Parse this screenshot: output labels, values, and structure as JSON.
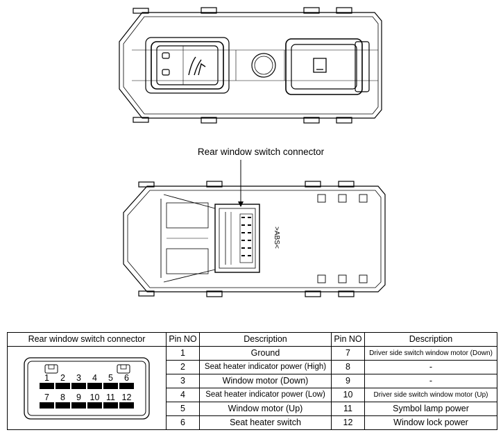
{
  "callout_label": "Rear window switch connector",
  "housing_marking": ">ABS<",
  "table": {
    "headers": {
      "connector": "Rear window switch connector",
      "pin_no_left": "Pin NO",
      "description_left": "Description",
      "pin_no_right": "Pin NO",
      "description_right": "Description"
    },
    "rows": [
      {
        "pin_a": "1",
        "desc_a": "Ground",
        "pin_b": "7",
        "desc_b": "Driver side switch window motor (Down)"
      },
      {
        "pin_a": "2",
        "desc_a": "Seat heater indicator power (High)",
        "pin_b": "8",
        "desc_b": "-"
      },
      {
        "pin_a": "3",
        "desc_a": "Window motor (Down)",
        "pin_b": "9",
        "desc_b": "-"
      },
      {
        "pin_a": "4",
        "desc_a": "Seat heater indicator power (Low)",
        "pin_b": "10",
        "desc_b": "Driver side switch window motor (Up)"
      },
      {
        "pin_a": "5",
        "desc_a": "Window motor (Up)",
        "pin_b": "11",
        "desc_b": "Symbol lamp power"
      },
      {
        "pin_a": "6",
        "desc_a": "Seat heater switch",
        "pin_b": "12",
        "desc_b": "Window lock power"
      }
    ]
  },
  "connector_pins": {
    "top_row": [
      "1",
      "2",
      "3",
      "4",
      "5",
      "6"
    ],
    "bottom_row": [
      "7",
      "8",
      "9",
      "10",
      "11",
      "12"
    ]
  }
}
